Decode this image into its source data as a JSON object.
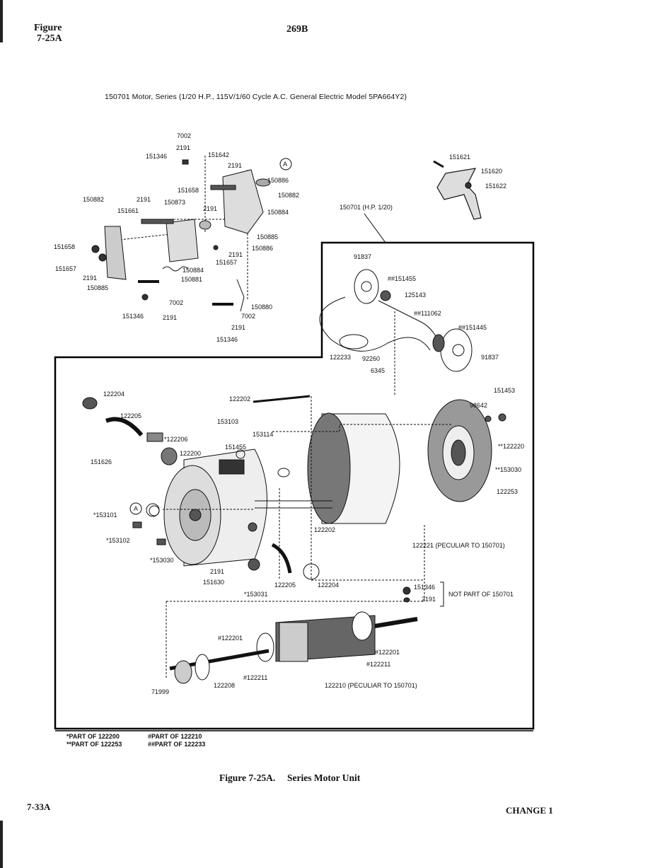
{
  "header": {
    "figure_label_line1": "Figure",
    "figure_label_line2": "7-25A",
    "page_code": "269B"
  },
  "diagram_title": "150701 Motor, Series (1/20 H.P., 115V/1/60 Cycle A.C. General Electric Model 5PA664Y2)",
  "callouts": {
    "top_cluster": [
      "7002",
      "2191",
      "151346",
      "151642",
      "2191",
      "150886",
      "151658",
      "150882",
      "150882",
      "2191",
      "150873",
      "2191",
      "151661",
      "150884",
      "150885",
      "150886",
      "151658",
      "2191",
      "151657",
      "151657",
      "2191",
      "150885",
      "150884",
      "150881",
      "7002",
      "151346",
      "2191",
      "150880",
      "7002",
      "2191",
      "151346"
    ],
    "bracket": [
      "151621",
      "151620",
      "151622"
    ],
    "motor_ref": "150701 (H.P. 1/20)",
    "inset": [
      "91837",
      "##151455",
      "125143",
      "##111062",
      "##151445",
      "122233",
      "92260",
      "6345",
      "91837"
    ],
    "main": [
      "122204",
      "122205",
      "122202",
      "153103",
      "153114",
      "*122206",
      "151455",
      "122200",
      "151626",
      "*153101",
      "*153102",
      "*153030",
      "2191",
      "151630",
      "*153031",
      "122205",
      "122204",
      "151453",
      "98642",
      "**122220",
      "**153030",
      "122253",
      "122202",
      "122221 (PECULIAR TO 150701)",
      "151346",
      "2191"
    ],
    "not_part": "NOT PART OF 150701",
    "armature": [
      "#122201",
      "#122201",
      "#122211",
      "#122211",
      "71999",
      "122208",
      "122210 (PECULIAR TO 150701)"
    ],
    "circle_a": "A"
  },
  "footnotes": {
    "left_1": "*PART OF 122200",
    "left_2": "**PART OF 122253",
    "right_1": "#PART OF 122210",
    "right_2": "##PART OF 122233"
  },
  "caption": {
    "label": "Figure 7-25A.",
    "text": "Series Motor Unit"
  },
  "footer": {
    "page_ref": "7-33A",
    "change": "CHANGE 1"
  }
}
